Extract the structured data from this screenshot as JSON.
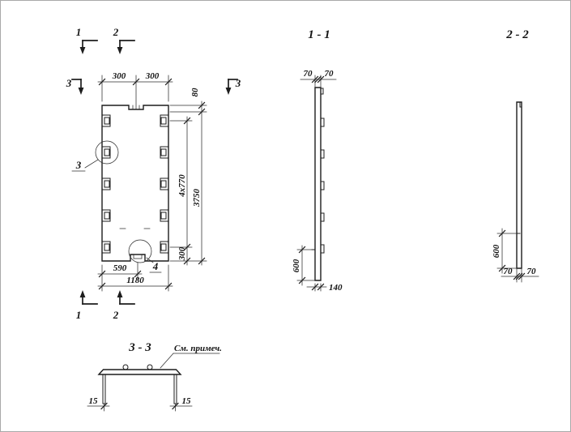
{
  "drawing": {
    "plan": {
      "marker_1_top": "1",
      "marker_2_top": "2",
      "marker_3_left": "3",
      "marker_3_right": "3",
      "marker_1_bottom": "1",
      "marker_2_bottom": "2",
      "dim_top_left": "300",
      "dim_top_right": "300",
      "dim_80": "80",
      "dim_4x770": "4x770",
      "dim_3750": "3750",
      "dim_300_bottom": "300",
      "dim_590": "590",
      "dim_1180": "1180",
      "detail_3": "3",
      "detail_4": "4"
    },
    "section_1_1": {
      "title": "1 - 1",
      "dim_70_left": "70",
      "dim_70_right": "70",
      "dim_600": "600",
      "dim_140": "140"
    },
    "section_2_2": {
      "title": "2 - 2",
      "dim_600": "600",
      "dim_70_left": "70",
      "dim_70_right": "70"
    },
    "section_3_3": {
      "title": "3 - 3",
      "note": "См. примеч.",
      "dim_15_left": "15",
      "dim_15_right": "15"
    }
  }
}
